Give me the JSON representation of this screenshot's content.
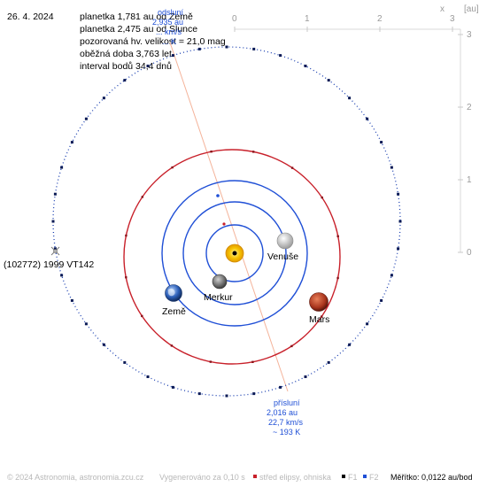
{
  "date": "26. 4. 2024",
  "info": {
    "line1": "planetka 1,781 au od Země",
    "line2": "planetka 2,475 au od Slunce",
    "line3": "pozorovaná hv. velikost = 21,0 mag",
    "line4": "oběžná doba 3,763 let",
    "line5": "interval bodů 34,4 dnů"
  },
  "axes": {
    "x_label": "x",
    "unit": "[au]",
    "x_ticks": [
      "0",
      "1",
      "2",
      "3"
    ],
    "y_ticks": [
      "3",
      "2",
      "1",
      "0"
    ]
  },
  "aphelion": {
    "title": "odsluní",
    "line2": "2,935 au",
    "line3": "... km/s",
    "line4": "... K"
  },
  "perihelion": {
    "title": "přísluní",
    "line2": "2,016 au",
    "line3": "22,7 km/s",
    "line4": "~ 193 K"
  },
  "asteroid_label": "(102772) 1999 VT142",
  "planets": {
    "venus": "Venuše",
    "mercury": "Merkur",
    "earth": "Země",
    "mars": "Mars"
  },
  "footer": {
    "copyright": "© 2024 Astronomia, astronomia.zcu.cz",
    "generated": "Vygenerováno za 0,10 s",
    "legend_center": "střed elipsy, ohniska",
    "f1": "F1",
    "f2": "F2",
    "scale": "Měřítko: 0,0122 au/bod"
  },
  "colors": {
    "asteroid_orbit": "#1a3fb0",
    "earth_orbit": "#1f4fd6",
    "mars_orbit": "#c8202a",
    "apsis_line": "#f4b39a",
    "sun": "#f6c200"
  }
}
